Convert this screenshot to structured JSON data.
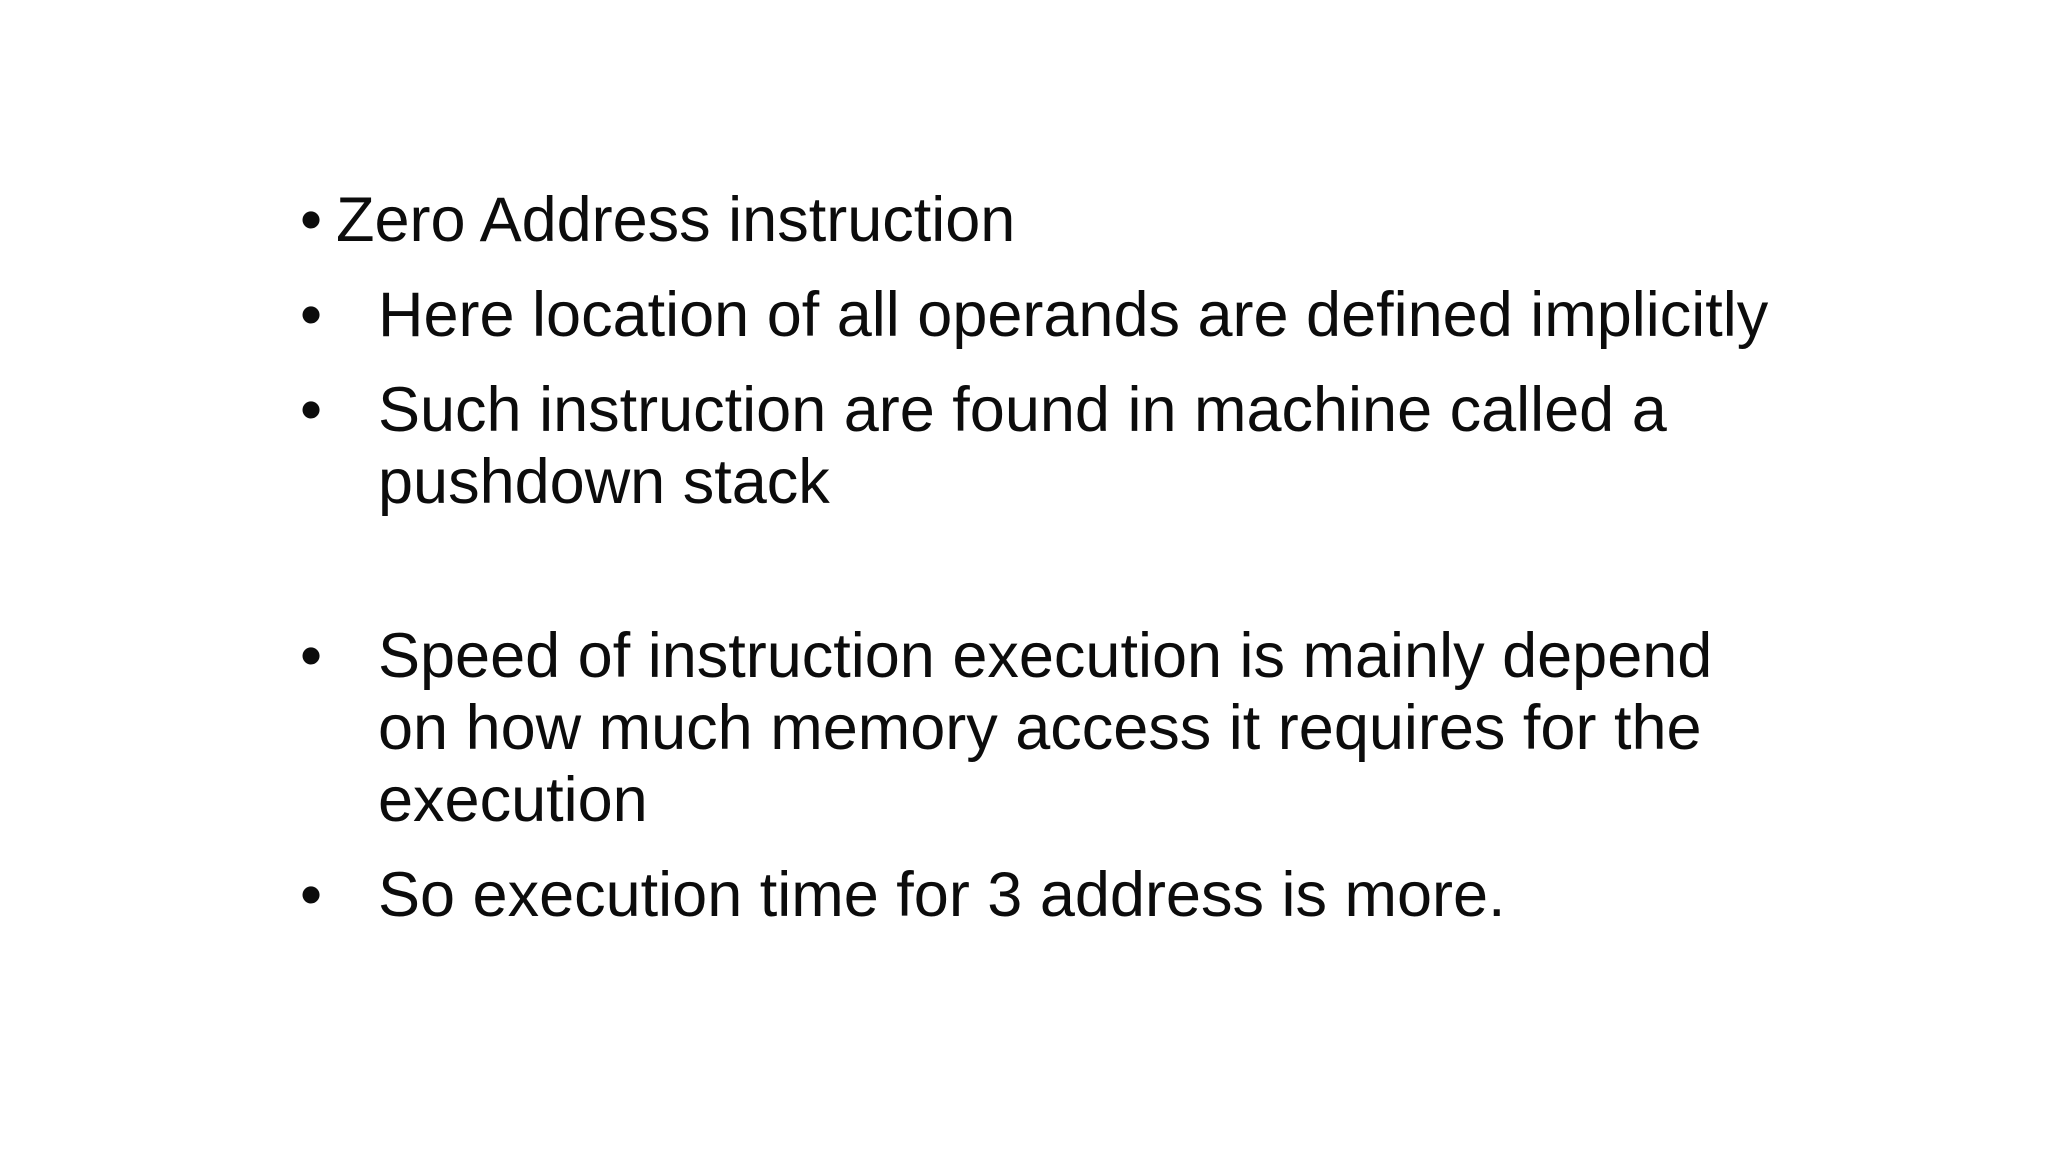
{
  "slide": {
    "background_color": "#ffffff",
    "text_color": "#0c0c0c",
    "bullet_char": "•",
    "bullets": [
      {
        "text": "Zero Address instruction",
        "tight": true,
        "gap_before": false
      },
      {
        "text": "Here location of all operands are defined implicitly",
        "tight": false,
        "gap_before": false
      },
      {
        "text": "Such instruction are found in machine called a pushdown stack",
        "tight": false,
        "gap_before": false
      },
      {
        "text": "Speed of instruction execution is mainly depend on how much memory access it requires for the execution",
        "tight": false,
        "gap_before": true
      },
      {
        "text": "So execution time for 3 address is more.",
        "tight": false,
        "gap_before": false
      }
    ]
  }
}
